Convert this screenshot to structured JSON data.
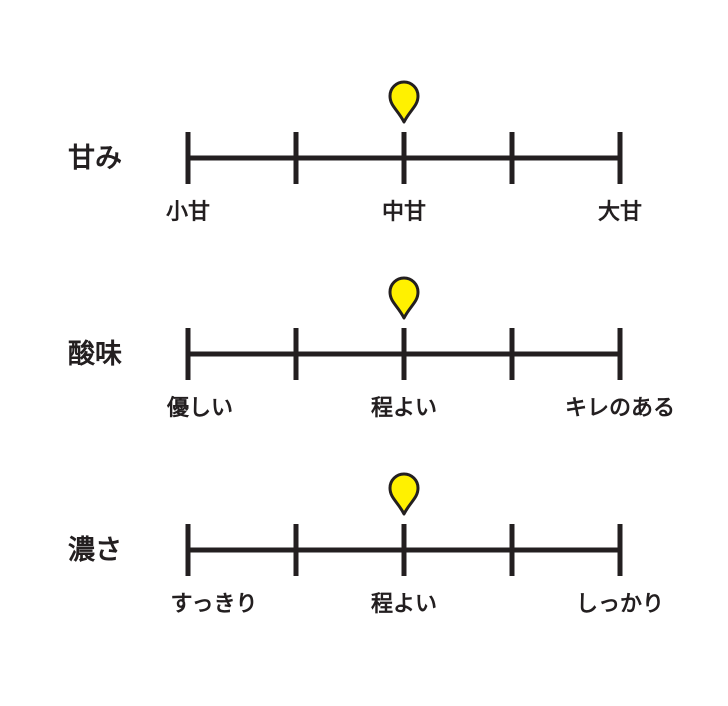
{
  "scales": [
    {
      "label": "甘み",
      "left_label": "小甘",
      "center_label": "中甘",
      "right_label": "大甘",
      "level_fraction": 0.5
    },
    {
      "label": "酸味",
      "left_label": "優しい",
      "center_label": "程よい",
      "right_label": "キレのある",
      "level_fraction": 0.5
    },
    {
      "label": "濃さ",
      "left_label": "すっきり",
      "center_label": "程よい",
      "right_label": "しっかり",
      "level_fraction": 0.5
    }
  ],
  "colors": {
    "line": "#231f20",
    "marker_fill": "#fff100",
    "marker_stroke": "#231f20"
  },
  "marker_icon": "map-pin-icon"
}
